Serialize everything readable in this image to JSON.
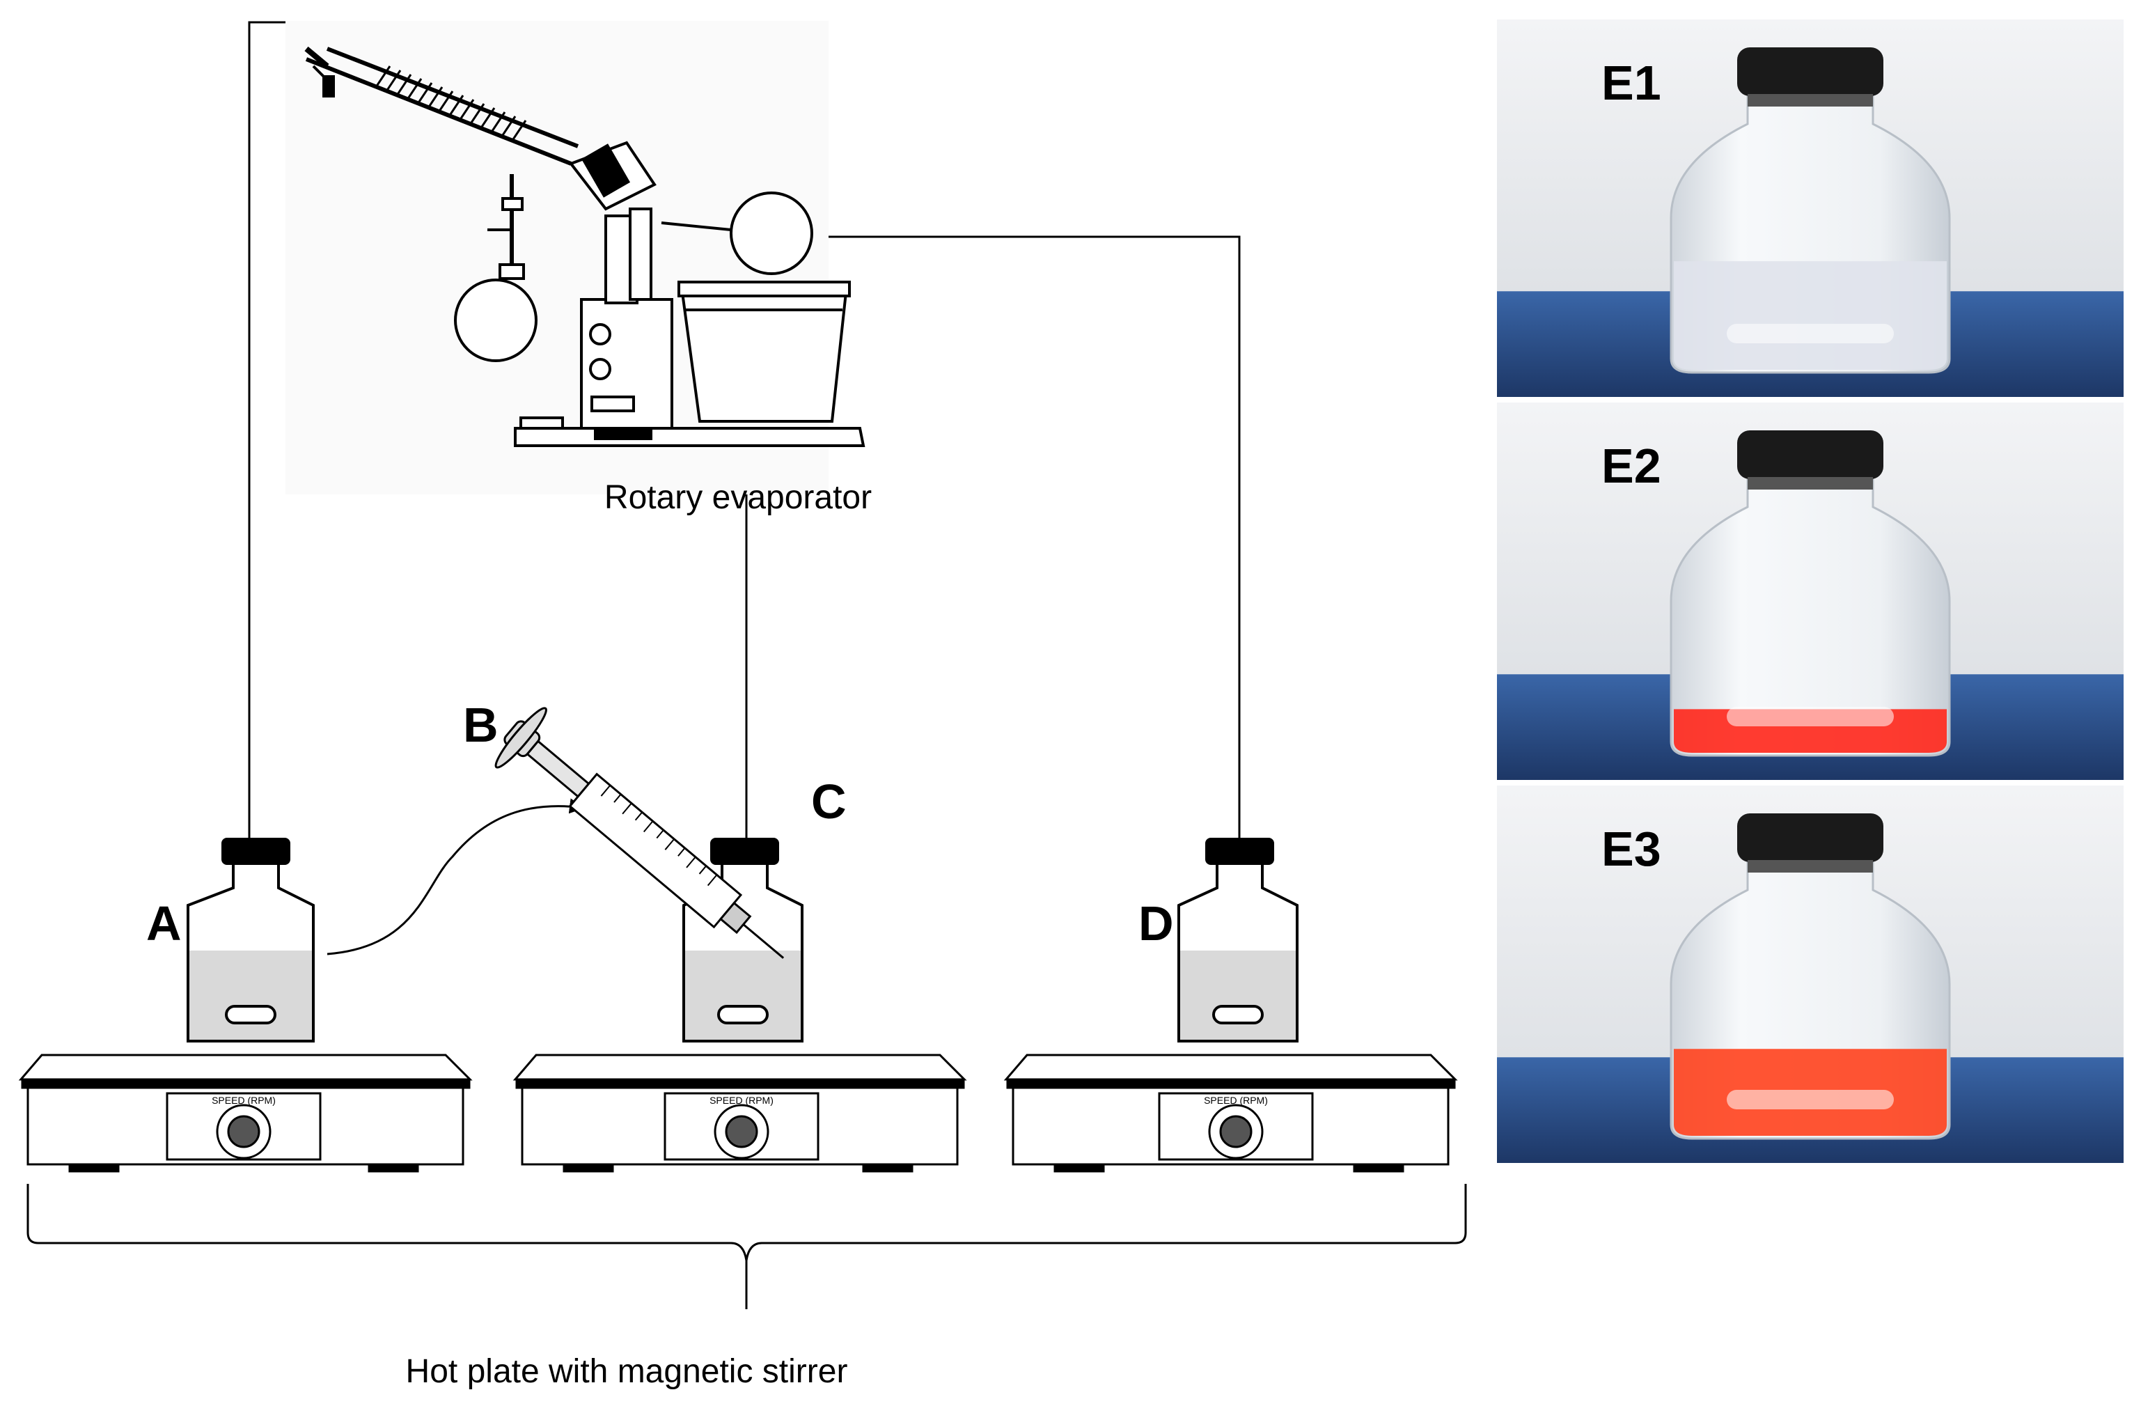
{
  "diagram": {
    "rotary_evaporator_label": "Rotary evaporator",
    "hot_plate_label": "Hot plate with magnetic stirrer",
    "vial_labels": {
      "a": "A",
      "b": "B",
      "c": "C",
      "d": "D"
    },
    "dial_text": "SPEED (RPM)"
  },
  "photos": [
    {
      "label": "E1",
      "liquid_color": "#dfe3ec",
      "liquid_level": 0.72
    },
    {
      "label": "E2",
      "liquid_color": "#ff2a1e",
      "liquid_level": 0.3
    },
    {
      "label": "E3",
      "liquid_color": "#ff4522",
      "liquid_level": 0.58
    }
  ],
  "colors": {
    "line": "#000000",
    "vial_liquid": "#d9d9d9",
    "table_blue": "#2a4f8a",
    "wall_grey": "#e9ecf0"
  }
}
